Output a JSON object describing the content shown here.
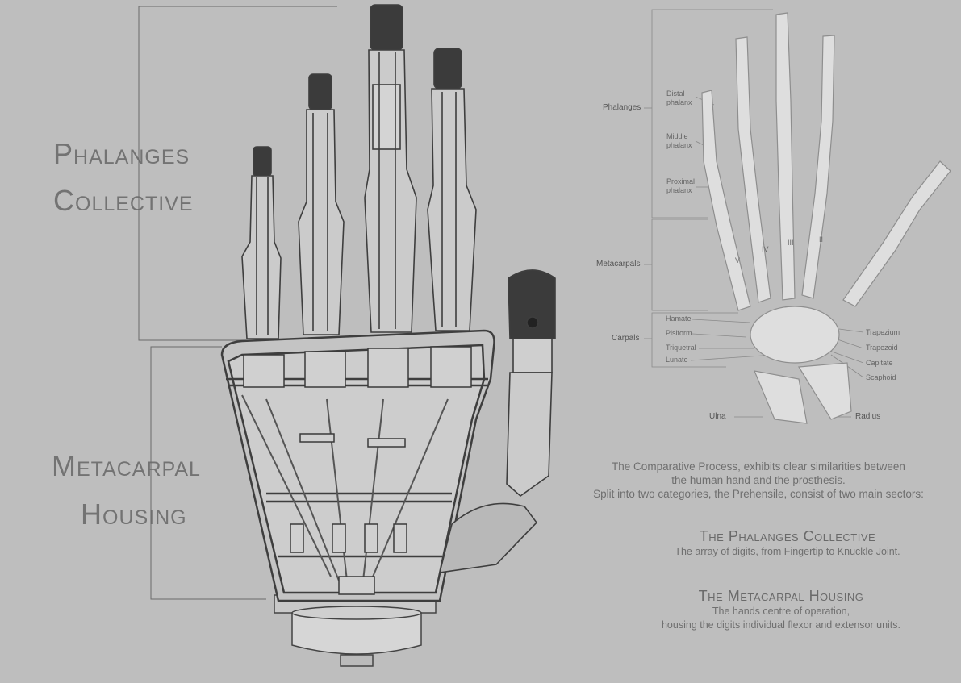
{
  "left_labels": {
    "phalanges_line1": "Phalanges",
    "phalanges_line2": "Collective",
    "metacarpal_line1": "Metacarpal",
    "metacarpal_line2": "Housing"
  },
  "anatomy_labels": {
    "phalanges": "Phalanges",
    "distal_1": "Distal",
    "distal_2": "phalanx",
    "middle_1": "Middle",
    "middle_2": "phalanx",
    "proximal_1": "Proximal",
    "proximal_2": "phalanx",
    "metacarpals": "Metacarpals",
    "carpals": "Carpals",
    "hamate": "Hamate",
    "pisiform": "Pisiform",
    "triquetral": "Triquetral",
    "lunate": "Lunate",
    "trapezium": "Trapezium",
    "trapezoid": "Trapezoid",
    "capitate": "Capitate",
    "scaphoid": "Scaphoid",
    "ulna": "Ulna",
    "radius": "Radius",
    "roman_v": "V",
    "roman_iv": "IV",
    "roman_iii": "III",
    "roman_ii": "II"
  },
  "description": {
    "line1": "The Comparative Process, exhibits clear similarities between",
    "line2": "the human hand and the prosthesis.",
    "line3": "Split into two categories, the Prehensile, consist of two main sectors:"
  },
  "sections": [
    {
      "title": "The Phalanges Collective",
      "lines": [
        "The array of digits, from Fingertip to Knuckle Joint."
      ]
    },
    {
      "title": "The Metacarpal Housing",
      "lines": [
        "The hands centre of operation,",
        "housing the digits individual flexor and extensor units."
      ]
    }
  ]
}
